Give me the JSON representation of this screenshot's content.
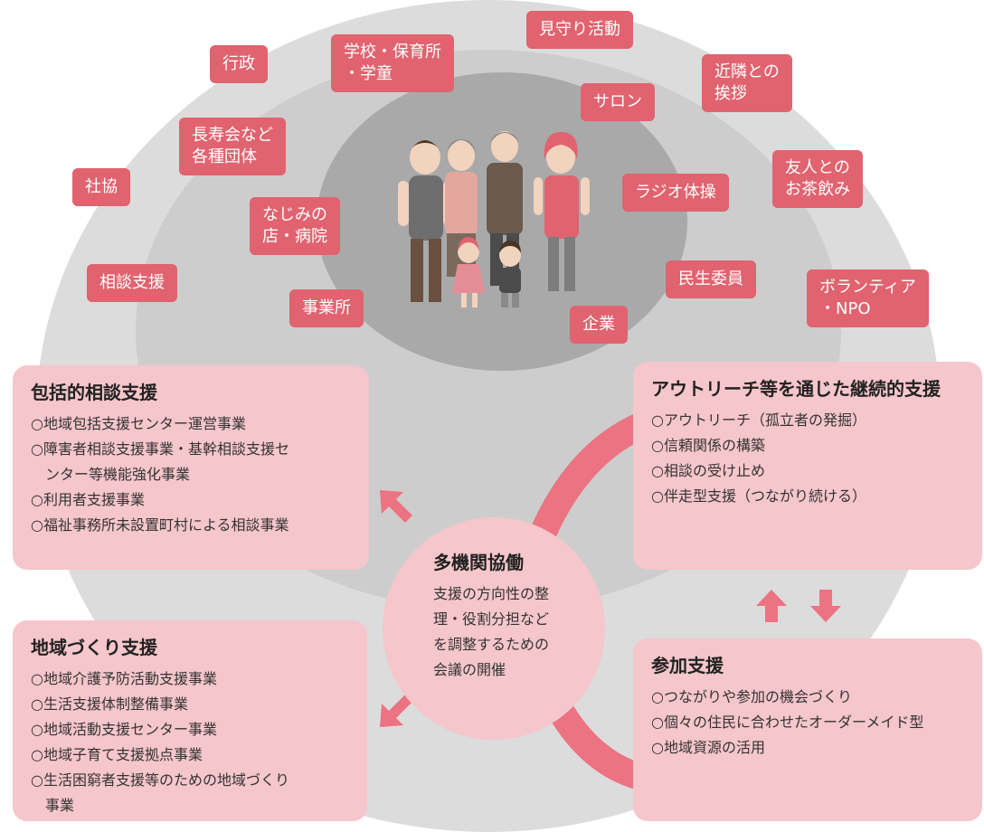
{
  "colors": {
    "tag": "#e0636f",
    "panel": "#f5c6cb",
    "arrow": "#ec7381",
    "outer_ring": "#dcdcdc",
    "middle_ring": "#cdcdcd",
    "inner_ring": "#a9a9a9"
  },
  "tags": {
    "gyosei": "行政",
    "gakko_1": "学校・保育所",
    "gakko_2": "・学童",
    "mimamori": "見守り活動",
    "kinrin_1": "近隣との",
    "kinrin_2": "挨拶",
    "salon": "サロン",
    "chojukai_1": "長寿会など",
    "chojukai_2": "各種団体",
    "yujin_1": "友人との",
    "yujin_2": "お茶飲み",
    "shakyo": "社協",
    "najimi_1": "なじみの",
    "najimi_2": "店・病院",
    "radio": "ラジオ体操",
    "sodan": "相談支援",
    "minsei": "民生委員",
    "volunteer_1": "ボランティア",
    "volunteer_2": "・NPO",
    "jigyosho": "事業所",
    "kigyo": "企業"
  },
  "panels": {
    "comprehensive": {
      "title": "包括的相談支援",
      "items": [
        "○地域包括支援センター運営事業",
        "○障害者相談支援事業・基幹相談支援セ",
        "ンター等機能強化事業",
        "○利用者支援事業",
        "○福祉事務所未設置町村による相談事業"
      ]
    },
    "outreach": {
      "title": "アウトリーチ等を通じた継続的支援",
      "items": [
        "○アウトリーチ（孤立者の発掘）",
        "○信頼関係の構築",
        "○相談の受け止め",
        "○伴走型支援（つながり続ける）"
      ]
    },
    "community": {
      "title": "地域づくり支援",
      "items": [
        "○地域介護予防活動支援事業",
        "○生活支援体制整備事業",
        "○地域活動支援センター事業",
        "○地域子育て支援拠点事業",
        "○生活困窮者支援等のための地域づくり",
        "事業"
      ]
    },
    "participation": {
      "title": "参加支援",
      "items": [
        "○つながりや参加の機会づくり",
        "○個々の住民に合わせたオーダーメイド型",
        "○地域資源の活用"
      ]
    }
  },
  "center": {
    "title": "多機関協働",
    "lines": [
      "支援の方向性の整",
      "理・役割分担など",
      "を調整するための",
      "会議の開催"
    ]
  }
}
